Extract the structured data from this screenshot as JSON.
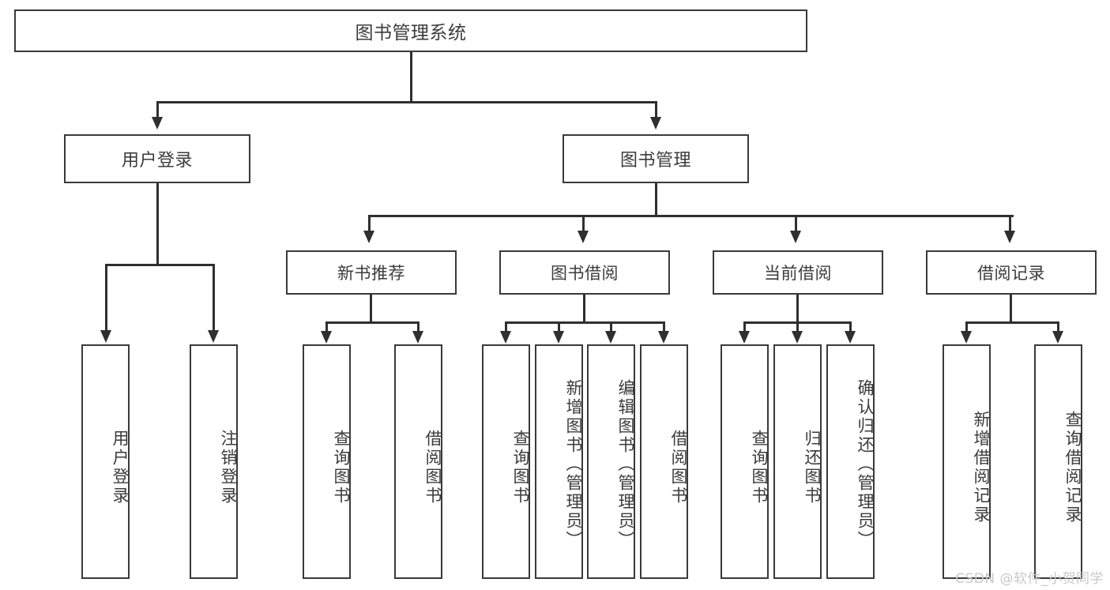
{
  "diagram": {
    "title": "图书管理系统",
    "type": "tree-hierarchy-diagram",
    "watermark": "CSDN @软件_小贺同学",
    "colors": {
      "box_border": "#3a3a3a",
      "connector": "#2f2f2f",
      "text": "#3b3b3b",
      "background": "#ffffff",
      "watermark": "#c9c9c9"
    },
    "root": {
      "label": "图书管理系统"
    },
    "level2": [
      {
        "id": "user-login",
        "label": "用户登录"
      },
      {
        "id": "book-management",
        "label": "图书管理"
      }
    ],
    "level3": [
      {
        "id": "new-book-recommend",
        "label": "新书推荐"
      },
      {
        "id": "book-borrow",
        "label": "图书借阅"
      },
      {
        "id": "current-borrow",
        "label": "当前借阅"
      },
      {
        "id": "borrow-record",
        "label": "借阅记录"
      }
    ],
    "leaves": {
      "user-login": [
        {
          "id": "user-login-leaf",
          "label": "用户登录"
        },
        {
          "id": "logout-leaf",
          "label": "注销登录"
        }
      ],
      "new-book-recommend": [
        {
          "id": "query-book-1",
          "label": "查询图书"
        },
        {
          "id": "borrow-book-1",
          "label": "借阅图书"
        }
      ],
      "book-borrow": [
        {
          "id": "query-book-2",
          "label": "查询图书"
        },
        {
          "id": "add-book",
          "label": "新增图书（管理员）"
        },
        {
          "id": "edit-book",
          "label": "编辑图书（管理员）"
        },
        {
          "id": "borrow-book-2",
          "label": "借阅图书"
        }
      ],
      "current-borrow": [
        {
          "id": "query-book-3",
          "label": "查询图书"
        },
        {
          "id": "return-book",
          "label": "归还图书"
        },
        {
          "id": "confirm-return",
          "label": "确认归还（管理员）"
        }
      ],
      "borrow-record": [
        {
          "id": "add-borrow-record",
          "label": "新增借阅记录"
        },
        {
          "id": "query-borrow-record",
          "label": "查询借阅记录"
        }
      ]
    }
  }
}
